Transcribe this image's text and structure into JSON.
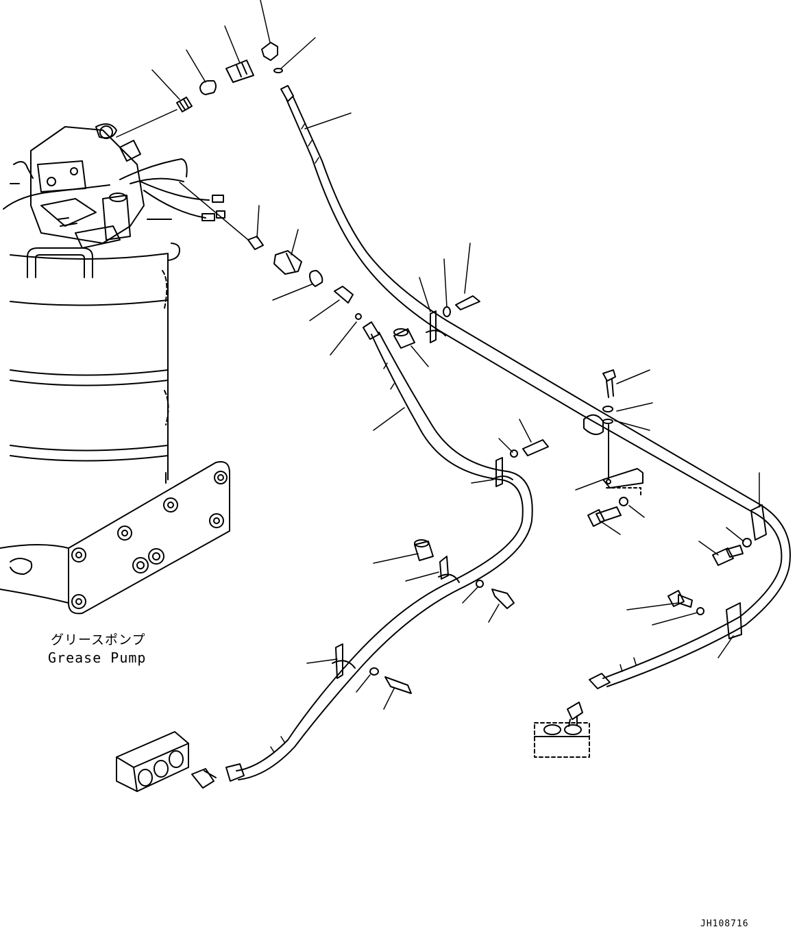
{
  "component_label_jp": "グリースポンプ",
  "component_label_en": "Grease Pump",
  "drawing_number": "JH108716",
  "colors": {
    "line": "#000000",
    "background": "#ffffff"
  }
}
